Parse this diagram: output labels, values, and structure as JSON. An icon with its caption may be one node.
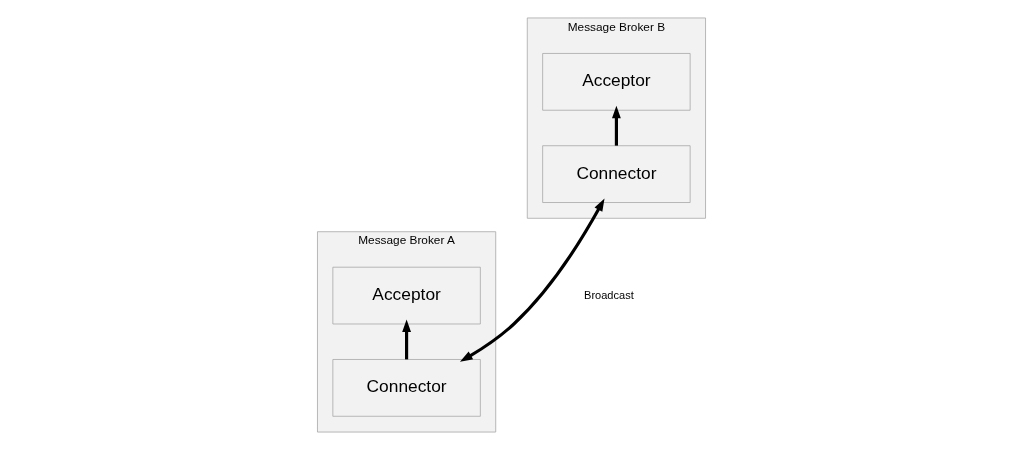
{
  "diagram": {
    "nodes": [
      {
        "text": [
          "Message Broker A"
        ]
      },
      {
        "text": [
          "Acceptor"
        ],
        "in": 0
      },
      {
        "text": [
          "Connector"
        ],
        "in": 0
      },
      {
        "text": [
          "Message Broker B"
        ]
      },
      {
        "text": [
          "Acceptor"
        ],
        "in": 3
      },
      {
        "text": [
          "Connector"
        ],
        "in": 3
      }
    ],
    "edges": [
      {
        "from": 2,
        "to": 1,
        "arrow": "to"
      },
      {
        "from": 5,
        "to": 4,
        "arrow": "to"
      },
      {
        "from": 2,
        "to": 5,
        "arrow": "both",
        "label": "Broadcast"
      }
    ]
  }
}
